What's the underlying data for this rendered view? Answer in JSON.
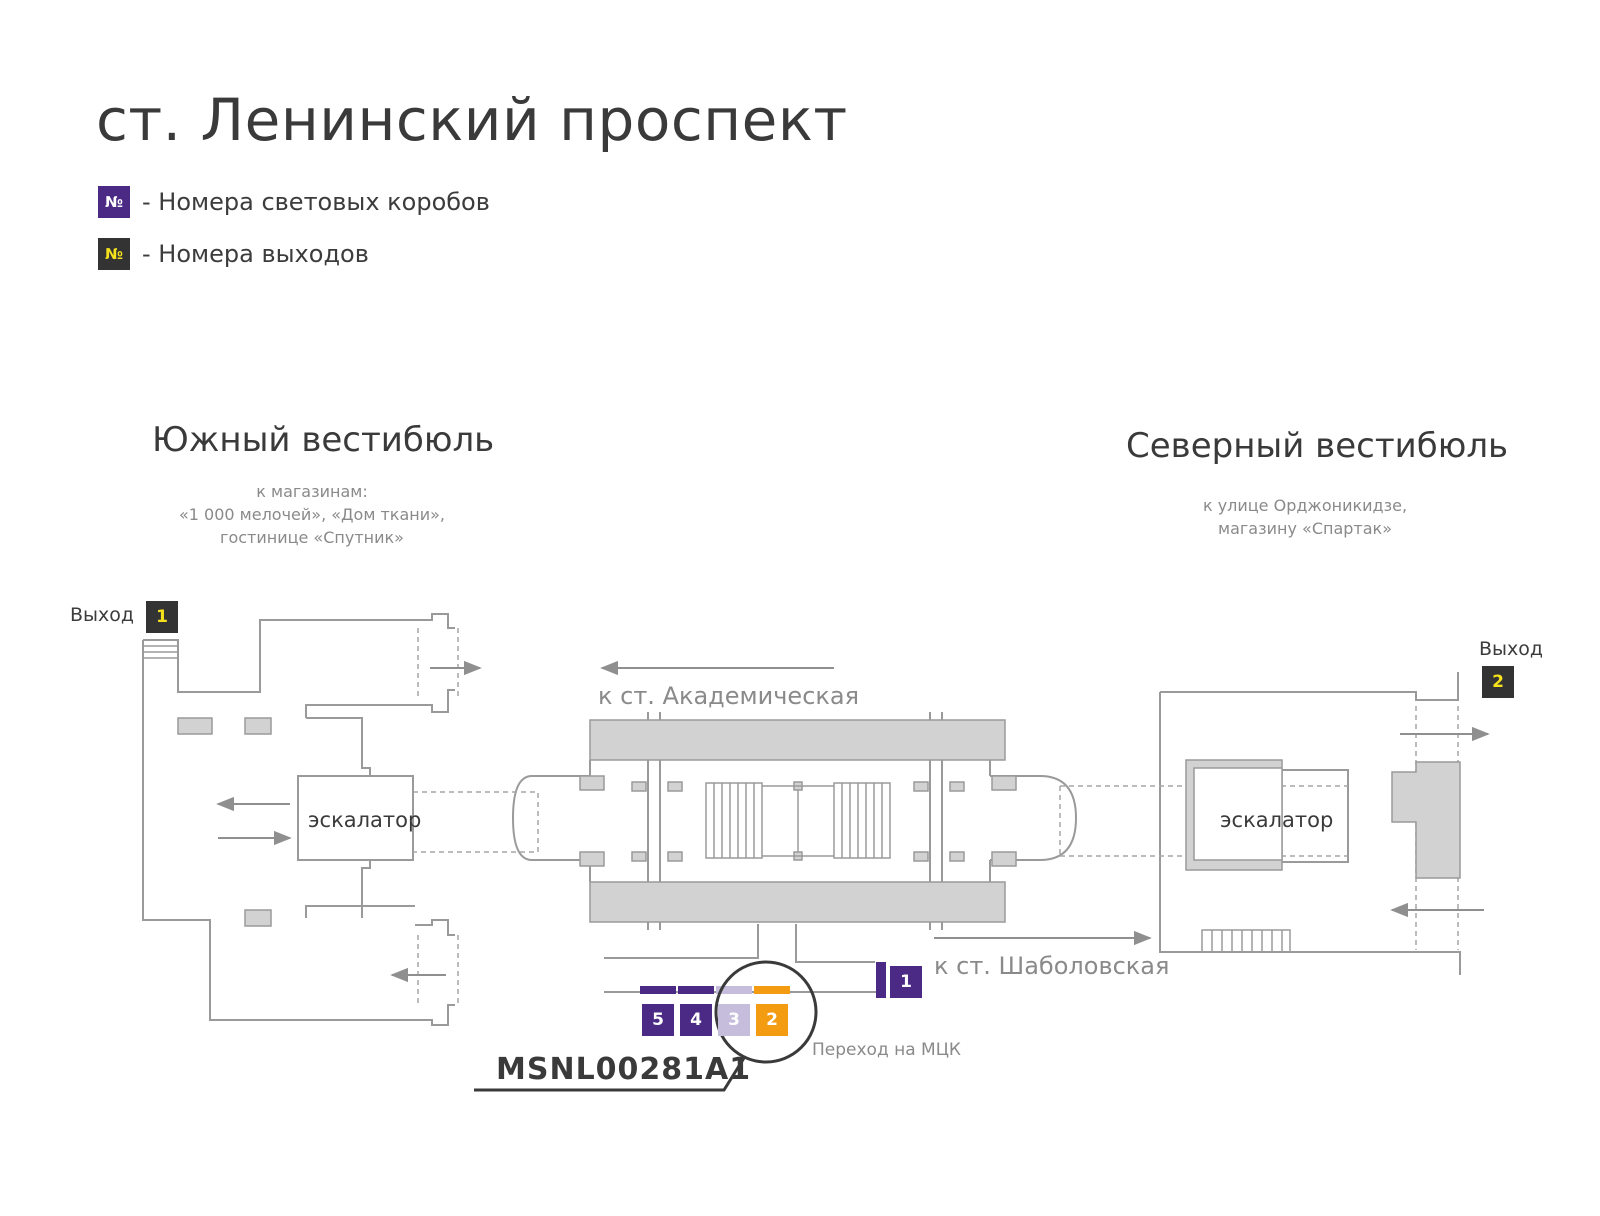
{
  "title": "ст. Ленинский проспект",
  "legend": [
    {
      "symbol": "№",
      "text": "- Номера световых коробов",
      "bg": "#4a2a85",
      "fg": "#ffffff"
    },
    {
      "symbol": "№",
      "text": "- Номера выходов",
      "bg": "#333333",
      "fg": "#f5e11c"
    }
  ],
  "south": {
    "title": "Южный вестибюль",
    "sub1": "к магазинам:",
    "sub2": "«1 000 мелочей», «Дом ткани»,",
    "sub3": "гостинице «Спутник»",
    "exit_label": "Выход",
    "exit_number": "1",
    "escalator": "эскалатор"
  },
  "north": {
    "title": "Северный вестибюль",
    "sub1": "к улице Орджоникидзе,",
    "sub2": "магазину «Спартак»",
    "exit_label": "Выход",
    "exit_number": "2",
    "escalator": "эскалатор"
  },
  "directions": {
    "academ": "к ст. Академическая",
    "shabol": "к ст. Шаболовская",
    "mck": "Переход на МЦК"
  },
  "lightboxes": [
    {
      "number": "5",
      "color": "#4a2a85"
    },
    {
      "number": "4",
      "color": "#4a2a85"
    },
    {
      "number": "3",
      "color": "#c6bcdc"
    },
    {
      "number": "2",
      "color": "#f39c12"
    },
    {
      "number": "1",
      "color": "#4a2a85"
    }
  ],
  "code": "MSNL00281A1",
  "colors": {
    "purple": "#4a2a85",
    "orange": "#f39c12",
    "lavender": "#c6bcdc",
    "exit_bg": "#333333",
    "exit_fg": "#f5e11c",
    "wall": "#9a9a9a",
    "block": "#d2d2d2"
  }
}
